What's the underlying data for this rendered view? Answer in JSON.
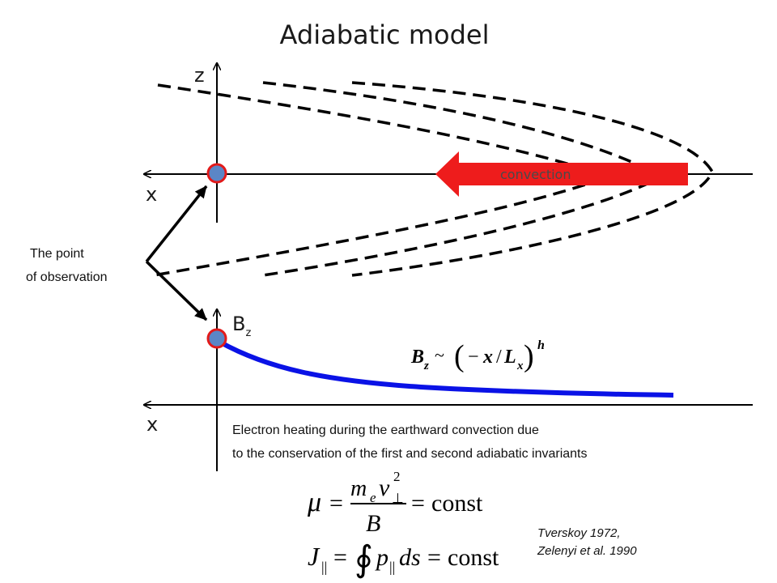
{
  "title": "Adiabatic model",
  "upper_panel": {
    "z_axis_label": "z",
    "x_axis_label": "x",
    "convection_label": "convection"
  },
  "lower_panel": {
    "bz_main": "B",
    "bz_sub": "z",
    "x_axis_label": "x",
    "formula": "B_z ~ (−x/L_x)^h"
  },
  "observation_label": [
    "The point",
    "of observation"
  ],
  "description": [
    "Electron heating during the earthward convection due",
    "to the conservation of the first and second adiabatic invariants"
  ],
  "equations": [
    "μ = m_e v_⊥² / B = const",
    "J_∥ = ∮ p_∥ ds = const"
  ],
  "citations": [
    "Tverskoy 1972,",
    "Zelenyi et al. 1990"
  ],
  "colors": {
    "convection_arrow": "#ee1c1c",
    "bz_curve": "#0a12e6",
    "point_fill": "#5b86c6",
    "point_stroke": "#e21a1a"
  }
}
